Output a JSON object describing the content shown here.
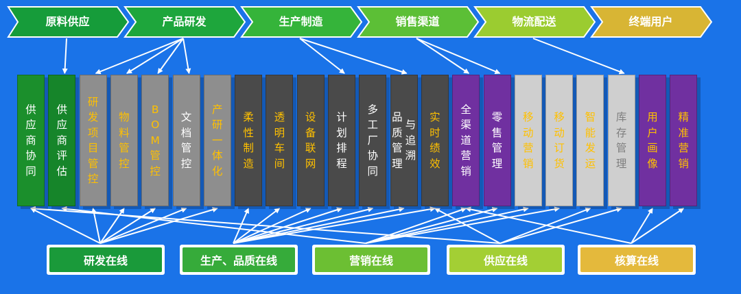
{
  "stages": [
    {
      "label": "原料供应",
      "color": "#169c3a"
    },
    {
      "label": "产品研发",
      "color": "#1ea63c"
    },
    {
      "label": "生产制造",
      "color": "#35b43a"
    },
    {
      "label": "销售渠道",
      "color": "#5cbf36"
    },
    {
      "label": "物流配送",
      "color": "#9bcc30"
    },
    {
      "label": "终端用户",
      "color": "#d8b534"
    }
  ],
  "columns": [
    {
      "lines": [
        "供应商协同"
      ],
      "bg": "#1b8f2c",
      "fg": "#ffffff"
    },
    {
      "lines": [
        "供应商评估"
      ],
      "bg": "#16852a",
      "fg": "#ffffff"
    },
    {
      "lines": [
        "研发项目管控"
      ],
      "bg": "#8e8e8e",
      "fg": "#ffc000"
    },
    {
      "lines": [
        "物料管控"
      ],
      "bg": "#8e8e8e",
      "fg": "#ffc000"
    },
    {
      "lines": [
        "BOM管控"
      ],
      "bg": "#8e8e8e",
      "fg": "#ffc000"
    },
    {
      "lines": [
        "文档管控"
      ],
      "bg": "#8e8e8e",
      "fg": "#ffffff"
    },
    {
      "lines": [
        "产研一体化"
      ],
      "bg": "#8e8e8e",
      "fg": "#ffc000"
    },
    {
      "lines": [
        "柔性制造"
      ],
      "bg": "#4a4a4a",
      "fg": "#ffc000"
    },
    {
      "lines": [
        "透明车间"
      ],
      "bg": "#4a4a4a",
      "fg": "#ffc000"
    },
    {
      "lines": [
        "设备联网"
      ],
      "bg": "#4a4a4a",
      "fg": "#ffc000"
    },
    {
      "lines": [
        "计划排程"
      ],
      "bg": "#4a4a4a",
      "fg": "#ffffff"
    },
    {
      "lines": [
        "多工厂协同"
      ],
      "bg": "#4a4a4a",
      "fg": "#ffffff"
    },
    {
      "lines": [
        "品质管理",
        "与追溯"
      ],
      "bg": "#4a4a4a",
      "fg": "#ffffff"
    },
    {
      "lines": [
        "实时绩效"
      ],
      "bg": "#4a4a4a",
      "fg": "#ffc000"
    },
    {
      "lines": [
        "全渠道营销"
      ],
      "bg": "#7030a0",
      "fg": "#ffffff"
    },
    {
      "lines": [
        "零售管理"
      ],
      "bg": "#7030a0",
      "fg": "#ffffff"
    },
    {
      "lines": [
        "移动营销"
      ],
      "bg": "#cfcfcf",
      "fg": "#ffc000"
    },
    {
      "lines": [
        "移动订货"
      ],
      "bg": "#cfcfcf",
      "fg": "#ffc000"
    },
    {
      "lines": [
        "智能发运"
      ],
      "bg": "#cfcfcf",
      "fg": "#ffc000"
    },
    {
      "lines": [
        "库存管理"
      ],
      "bg": "#cfcfcf",
      "fg": "#7f7f7f"
    },
    {
      "lines": [
        "用户画像"
      ],
      "bg": "#7030a0",
      "fg": "#ffc000"
    },
    {
      "lines": [
        "精准营销"
      ],
      "bg": "#7030a0",
      "fg": "#ffc000"
    }
  ],
  "capabilities": [
    {
      "label": "研发在线",
      "color": "#1a9a3a"
    },
    {
      "label": "生产、品质在线",
      "color": "#36ab3a"
    },
    {
      "label": "营销在线",
      "color": "#6cbf33"
    },
    {
      "label": "供应在线",
      "color": "#a3cf34"
    },
    {
      "label": "核算在线",
      "color": "#e4b93c"
    }
  ],
  "colors": {
    "background": "#1a73e8",
    "arrow": "#ffffff"
  }
}
